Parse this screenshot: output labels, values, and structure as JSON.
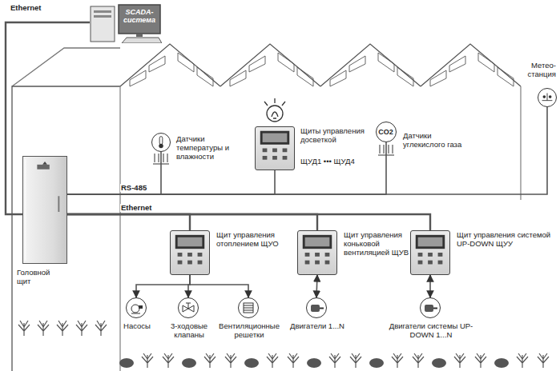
{
  "diagram": {
    "nodes": [
      {
        "text": [
          "SCADA-система"
        ]
      },
      {
        "text": [
          "Головной щит"
        ]
      },
      {
        "text": [
          "Метео-станция"
        ]
      },
      {
        "text": [
          "Датчики температуры и влажности"
        ]
      },
      {
        "text": [
          "Щиты управления досветкой",
          "ЩУД1 ••• ЩУД4"
        ]
      },
      {
        "text": [
          "CO2",
          "Датчики углекислого газа"
        ]
      },
      {
        "text": [
          "Щит управления отоплением ЩУО"
        ]
      },
      {
        "text": [
          "Щит управления коньковой вентиляцией ЩУВ"
        ]
      },
      {
        "text": [
          "Щит управления системой UP-DOWN ЩУУ"
        ]
      },
      {
        "text": [
          "Насосы"
        ]
      },
      {
        "text": [
          "3-ходовые клапаны"
        ]
      },
      {
        "text": [
          "Вентиляционные решетки"
        ]
      },
      {
        "text": [
          "Двигатели 1...N"
        ]
      },
      {
        "text": [
          "Двигатели системы UP-DOWN 1...N"
        ]
      }
    ],
    "edges": [
      {
        "from": 0,
        "to": 1,
        "arrow": "none"
      },
      {
        "from": 1,
        "to": 3,
        "arrow": "none"
      },
      {
        "from": 1,
        "to": 4,
        "arrow": "none"
      },
      {
        "from": 1,
        "to": 5,
        "arrow": "none"
      },
      {
        "from": 1,
        "to": 2,
        "arrow": "none"
      },
      {
        "from": 1,
        "to": 6,
        "arrow": "none"
      },
      {
        "from": 1,
        "to": 7,
        "arrow": "none"
      },
      {
        "from": 1,
        "to": 8,
        "arrow": "none"
      },
      {
        "from": 6,
        "to": 9,
        "arrow": "to"
      },
      {
        "from": 6,
        "to": 10,
        "arrow": "to"
      },
      {
        "from": 6,
        "to": 11,
        "arrow": "to"
      },
      {
        "from": 7,
        "to": 12,
        "arrow": "both"
      },
      {
        "from": 8,
        "to": 13,
        "arrow": "both"
      }
    ],
    "labels": [
      "Ethernet",
      "Ethernet",
      "RS-485"
    ]
  }
}
